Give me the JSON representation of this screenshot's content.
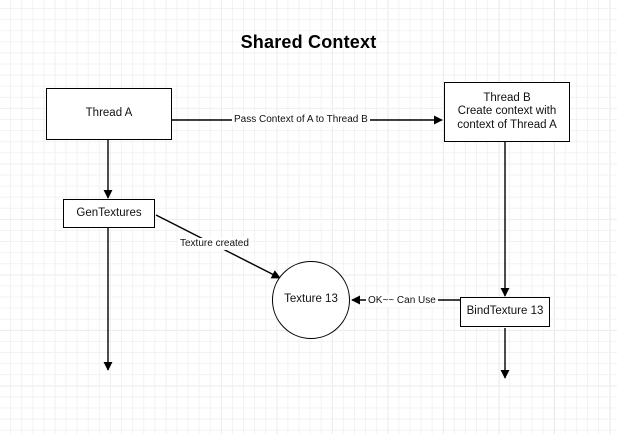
{
  "diagram": {
    "title": "Shared Context",
    "background": "#ffffff",
    "grid_color": "#dcdcdc",
    "line_color": "#000000",
    "text_color": "#111111",
    "nodes": [
      {
        "id": "thread-a",
        "shape": "rect",
        "lines": [
          "Thread A"
        ]
      },
      {
        "id": "thread-b",
        "shape": "rect",
        "lines": [
          "Thread B",
          "Create context with",
          "context of Thread A"
        ]
      },
      {
        "id": "gen-textures",
        "shape": "rect",
        "lines": [
          "GenTextures"
        ]
      },
      {
        "id": "texture-13",
        "shape": "circle",
        "lines": [
          "Texture 13"
        ]
      },
      {
        "id": "bind-texture-13",
        "shape": "rect",
        "lines": [
          "BindTexture 13"
        ]
      }
    ],
    "edge_labels": {
      "pass_context": "Pass Context of A to Thread B",
      "texture_created": "Texture created",
      "ok_can_use": "OK~~ Can Use"
    }
  }
}
